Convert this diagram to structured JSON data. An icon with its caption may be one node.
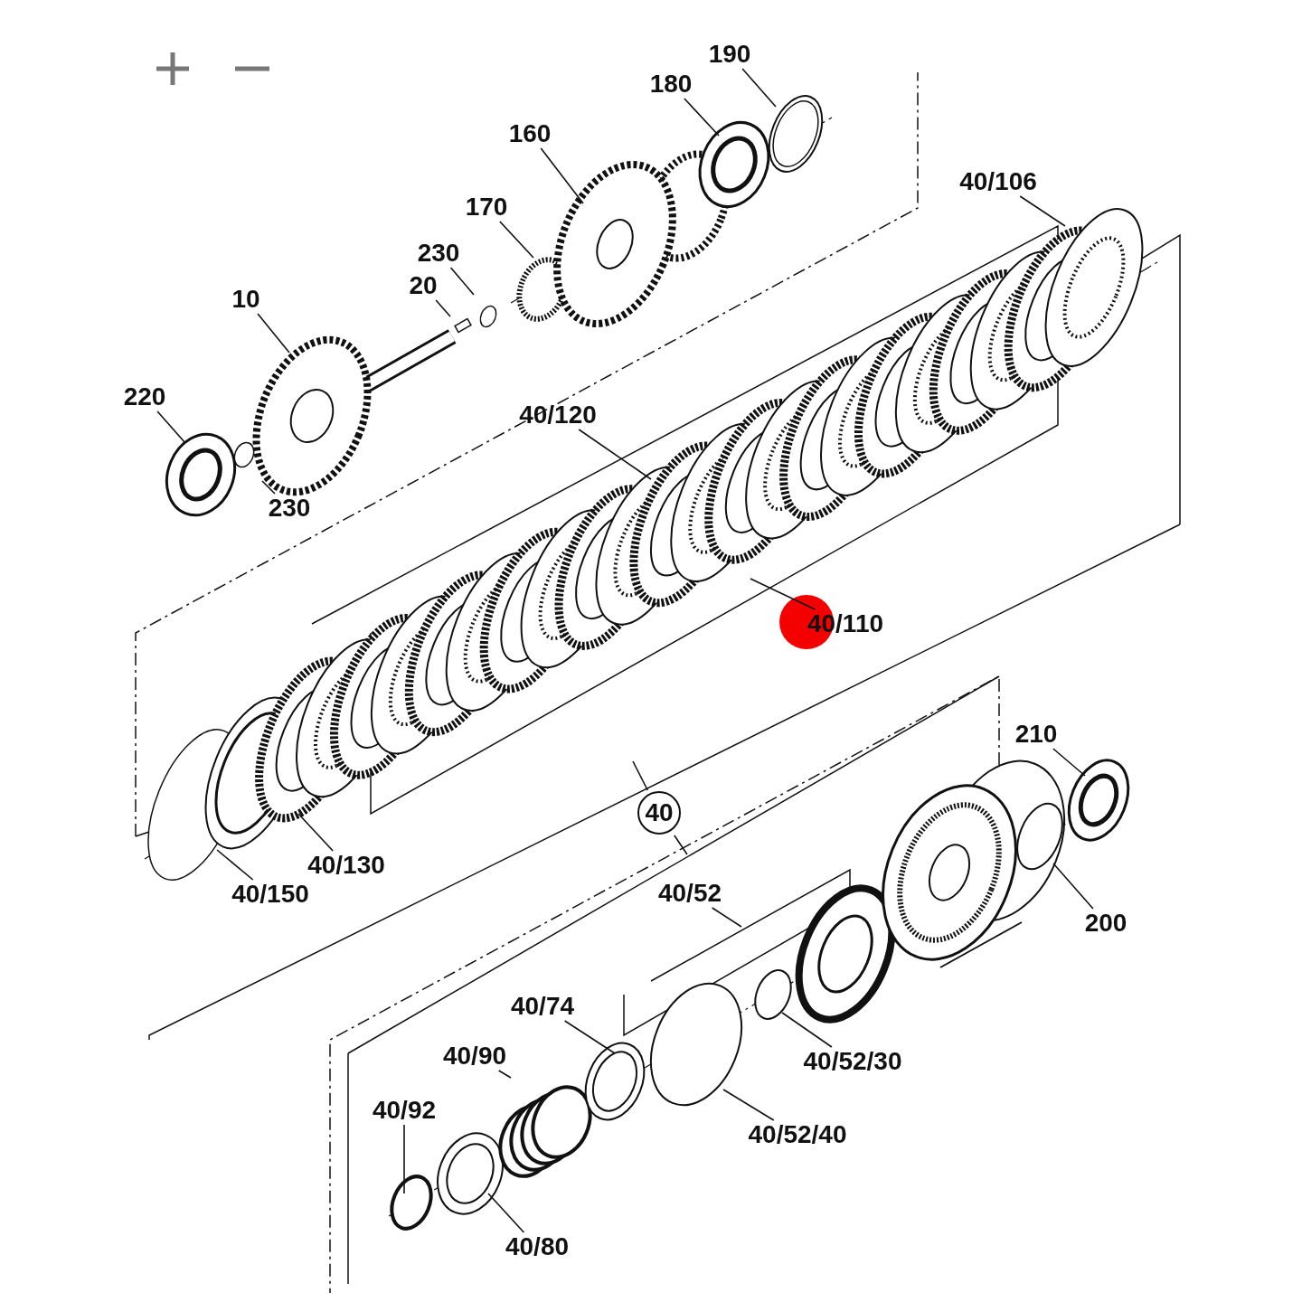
{
  "diagram": {
    "nodes": [
      {
        "text": [
          "190"
        ]
      },
      {
        "text": [
          "180"
        ]
      },
      {
        "text": [
          "160"
        ]
      },
      {
        "text": [
          "40/106"
        ]
      },
      {
        "text": [
          "170"
        ]
      },
      {
        "text": [
          "230"
        ]
      },
      {
        "text": [
          "20"
        ]
      },
      {
        "text": [
          "10"
        ]
      },
      {
        "text": [
          "220"
        ]
      },
      {
        "text": [
          "40/120"
        ]
      },
      {
        "text": [
          "230"
        ]
      },
      {
        "text": [
          "40/110"
        ]
      },
      {
        "text": [
          "210"
        ]
      },
      {
        "text": [
          "40"
        ]
      },
      {
        "text": [
          "40/130"
        ]
      },
      {
        "text": [
          "40/150"
        ]
      },
      {
        "text": [
          "40/52"
        ]
      },
      {
        "text": [
          "200"
        ]
      },
      {
        "text": [
          "40/74"
        ]
      },
      {
        "text": [
          "40/90"
        ]
      },
      {
        "text": [
          "40/52/30"
        ]
      },
      {
        "text": [
          "40/52/40"
        ]
      },
      {
        "text": [
          "40/92"
        ]
      },
      {
        "text": [
          "40/80"
        ]
      }
    ],
    "edges": [
      {
        "from": 0,
        "to": null,
        "arrow": "none"
      },
      {
        "from": 1,
        "to": null,
        "arrow": "none"
      },
      {
        "from": 2,
        "to": null,
        "arrow": "none"
      },
      {
        "from": 3,
        "to": null,
        "arrow": "none"
      },
      {
        "from": 4,
        "to": null,
        "arrow": "none"
      },
      {
        "from": 5,
        "to": null,
        "arrow": "none"
      },
      {
        "from": 6,
        "to": null,
        "arrow": "none"
      },
      {
        "from": 7,
        "to": null,
        "arrow": "none"
      },
      {
        "from": 8,
        "to": null,
        "arrow": "none"
      },
      {
        "from": 9,
        "to": null,
        "arrow": "none"
      },
      {
        "from": 10,
        "to": null,
        "arrow": "none"
      },
      {
        "from": 11,
        "to": null,
        "arrow": "none"
      },
      {
        "from": 12,
        "to": null,
        "arrow": "none"
      },
      {
        "from": 13,
        "to": null,
        "arrow": "none"
      },
      {
        "from": 13,
        "to": null,
        "arrow": "none"
      },
      {
        "from": 14,
        "to": null,
        "arrow": "none"
      },
      {
        "from": 15,
        "to": null,
        "arrow": "none"
      },
      {
        "from": 16,
        "to": null,
        "arrow": "none"
      },
      {
        "from": 17,
        "to": null,
        "arrow": "none"
      },
      {
        "from": 18,
        "to": null,
        "arrow": "none"
      },
      {
        "from": 19,
        "to": null,
        "arrow": "none"
      },
      {
        "from": 20,
        "to": null,
        "arrow": "none"
      },
      {
        "from": 21,
        "to": null,
        "arrow": "none"
      },
      {
        "from": 22,
        "to": null,
        "arrow": "none"
      },
      {
        "from": 23,
        "to": null,
        "arrow": "none"
      }
    ]
  }
}
